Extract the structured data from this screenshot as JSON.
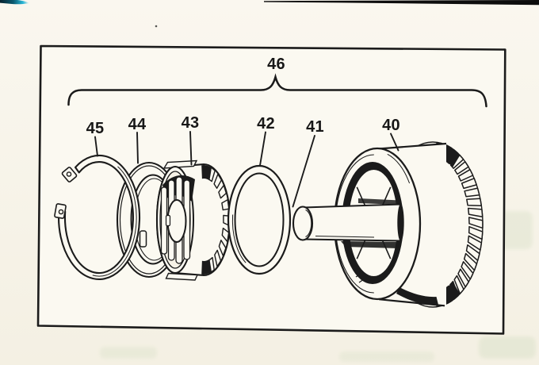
{
  "figure": {
    "bracket_label": "46",
    "callouts": [
      {
        "label": "45"
      },
      {
        "label": "44"
      },
      {
        "label": "43"
      },
      {
        "label": "42"
      },
      {
        "label": "41"
      },
      {
        "label": "40"
      }
    ]
  },
  "colors": {
    "paper": "#f7f4ea",
    "figure_fill": "#fbf9f1",
    "ink": "#1b1b1b",
    "scan_bar": "#0d0d0d",
    "scanner_streak_cyan": "#2ab6d6",
    "ghost_bleed": "#d7dfc6"
  }
}
